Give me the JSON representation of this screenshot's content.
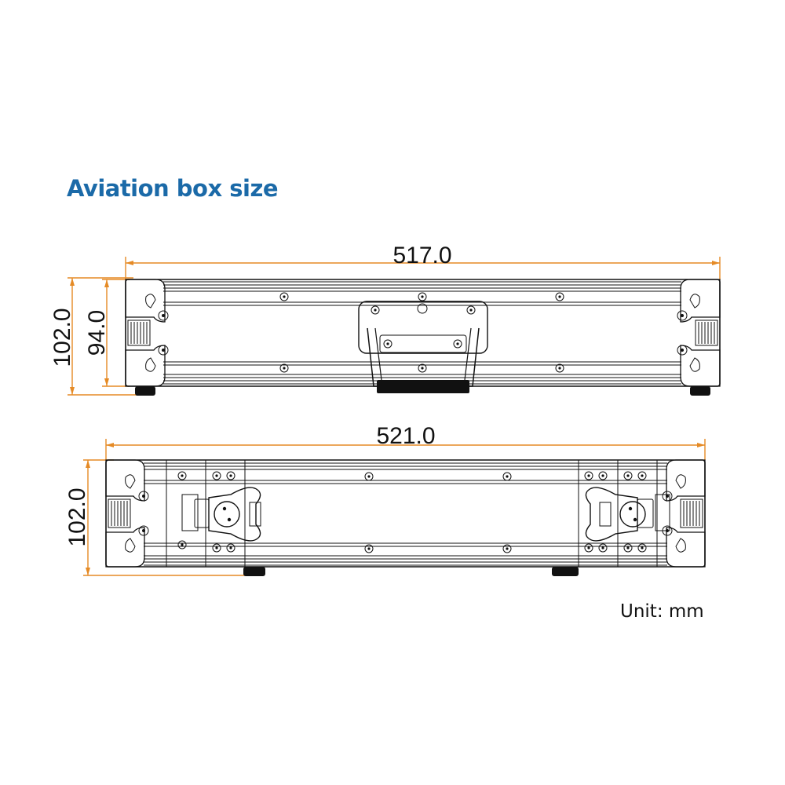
{
  "title": "Aviation box size",
  "unit_label": "Unit: mm",
  "dimensions": {
    "top_view_width": "517.0",
    "top_view_outer_height": "102.0",
    "top_view_inner_height": "94.0",
    "front_view_width": "521.0",
    "front_view_height": "102.0"
  },
  "colors": {
    "title": "#1b6aa8",
    "dimension_line": "#e58a25",
    "drawing": "#111111"
  }
}
